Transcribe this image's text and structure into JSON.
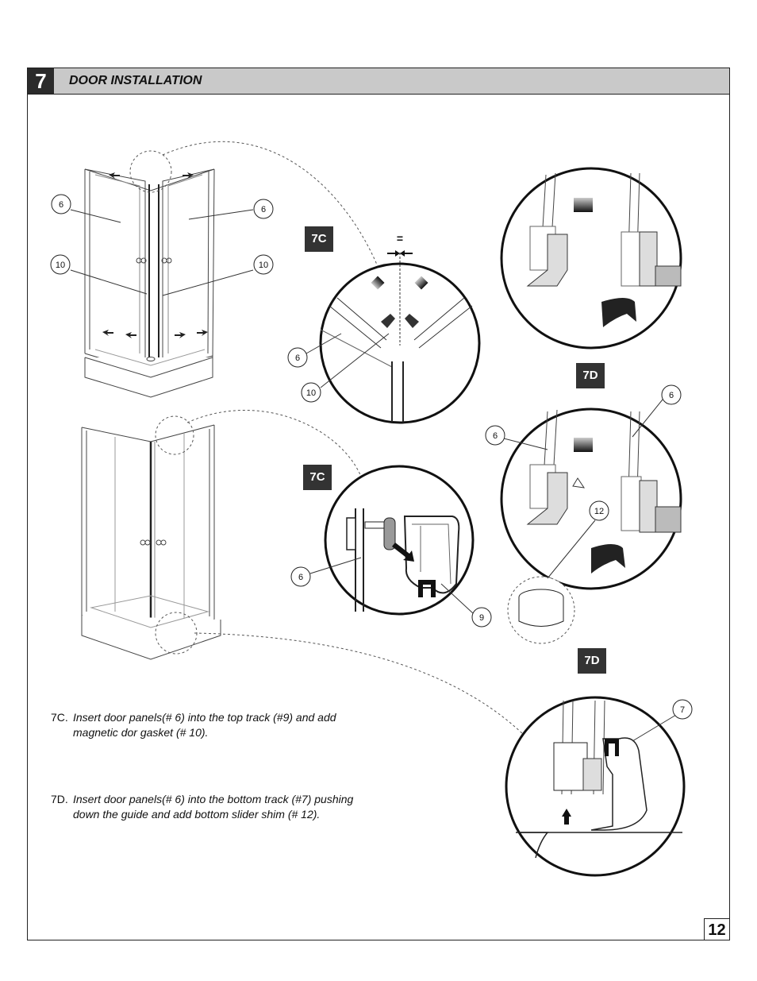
{
  "header": {
    "step_number": "7",
    "title": "DOOR INSTALLATION"
  },
  "tags": {
    "top_detail": "7C",
    "middle_detail": "7C",
    "right_top": "7D",
    "right_bottom": "7D"
  },
  "callouts": {
    "door_panel": "6",
    "gasket": "10",
    "top_track": "9",
    "shim": "12",
    "bottom_track": "7",
    "equal": "="
  },
  "instructions": [
    {
      "code": "7C.",
      "text": "Insert door panels(# 6) into the top track (#9) and add magnetic dor gasket (# 10)."
    },
    {
      "code": "7D.",
      "text": "Insert door panels(# 6) into the bottom track (#7) pushing down the guide and add bottom slider shim (# 12)."
    }
  ],
  "page_number": "12"
}
